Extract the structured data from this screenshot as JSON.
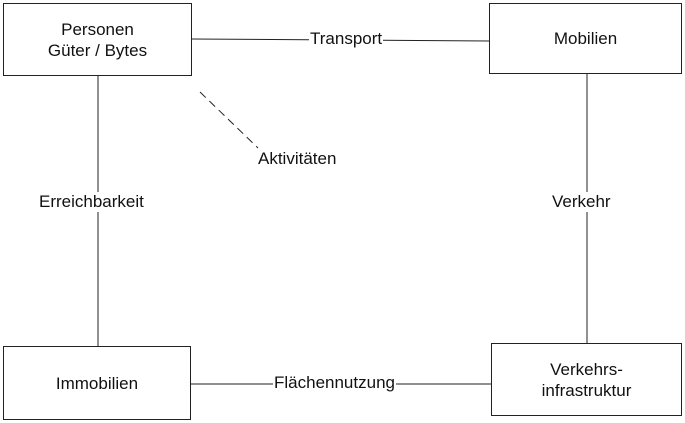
{
  "nodes": {
    "personen": {
      "line1": "Personen",
      "line2": "Güter / Bytes"
    },
    "mobilien": {
      "label": "Mobilien"
    },
    "immobilien": {
      "label": "Immobilien"
    },
    "infrastruktur": {
      "line1": "Verkehrs-",
      "line2": "infrastruktur"
    }
  },
  "edges": {
    "transport": "Transport",
    "verkehr": "Verkehr",
    "flaechennutzung": "Flächennutzung",
    "erreichbarkeit": "Erreichbarkeit",
    "aktivitaeten": "Aktivitäten"
  },
  "colors": {
    "line": "#222222",
    "text": "#111111",
    "background": "#ffffff"
  }
}
